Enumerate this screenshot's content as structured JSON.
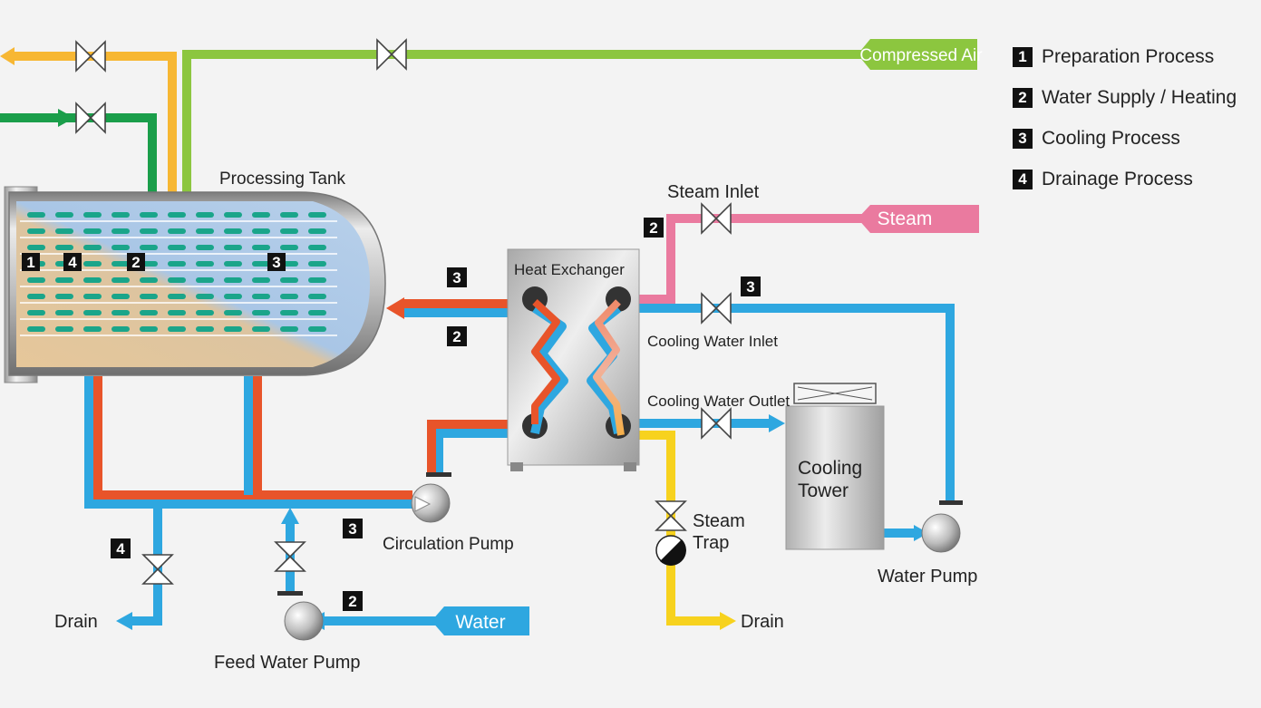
{
  "legend": [
    {
      "num": "1",
      "label": "Preparation Process"
    },
    {
      "num": "2",
      "label": "Water Supply / Heating"
    },
    {
      "num": "3",
      "label": "Cooling Process"
    },
    {
      "num": "4",
      "label": "Drainage Process"
    }
  ],
  "labels": {
    "processing_tank": "Processing Tank",
    "heat_exchanger": "Heat Exchanger",
    "steam_inlet": "Steam Inlet",
    "cooling_water_inlet": "Cooling Water Inlet",
    "cooling_water_outlet": "Cooling Water Outlet",
    "cooling_tower_line1": "Cooling",
    "cooling_tower_line2": "Tower",
    "circulation_pump": "Circulation Pump",
    "steam_trap_line1": "Steam",
    "steam_trap_line2": "Trap",
    "water_pump": "Water Pump",
    "feed_water_pump": "Feed Water Pump",
    "drain_left": "Drain",
    "drain_right": "Drain"
  },
  "tags": {
    "compressed_air": "Compressed Air",
    "steam": "Steam",
    "water": "Water"
  },
  "badges": {
    "tank_1": "1",
    "tank_4": "4",
    "tank_2": "2",
    "tank_3": "3",
    "hx_left_3": "3",
    "hx_left_2": "2",
    "steam_2": "2",
    "cooling_inlet_3": "3",
    "circ_3": "3",
    "drain_4": "4",
    "water_2": "2"
  },
  "colors": {
    "compressed_air": "#8cc63f",
    "hot_line": "#f7b733",
    "green_line": "#1a9e4a",
    "steam": "#ea7a9f",
    "hot_water": "#e8542a",
    "cold_water": "#2ea7e0",
    "condensate": "#f7d21e"
  }
}
